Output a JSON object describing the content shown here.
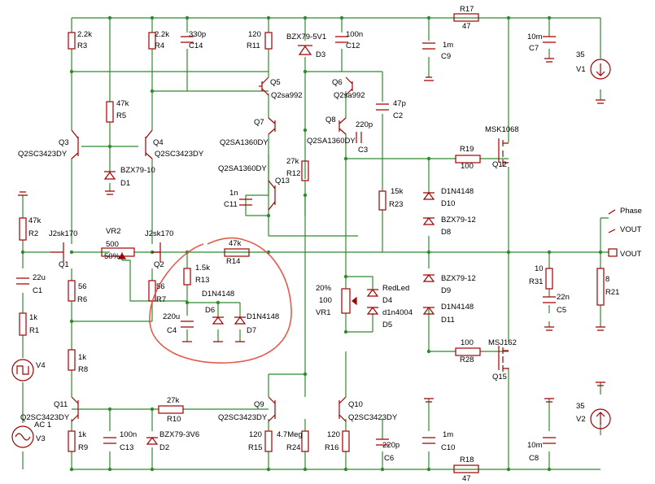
{
  "colors": {
    "wire": "#2e8b2e",
    "component": "#a00000",
    "text": "#000000",
    "annotation": "#e04a3a"
  },
  "labels": {
    "r17_name": "R17",
    "r17_val": "47",
    "r18_name": "R18",
    "r18_val": "47",
    "r3_val": "2.2k",
    "r3_name": "R3",
    "r4_val": "2.2k",
    "r4_name": "R4",
    "c14_val": "330p",
    "c14_name": "C14",
    "r11_val": "120",
    "r11_name": "R11",
    "d3_val": "BZX79-5V1",
    "d3_name": "D3",
    "c12_val": "100n",
    "c12_name": "C12",
    "c9_val": "1m",
    "c9_name": "C9",
    "c7_val": "10m",
    "c7_name": "C7",
    "v1_val": "35",
    "v1_name": "V1",
    "q5_name": "Q5",
    "q5_val": "Q2sa992",
    "q6_name": "Q6",
    "q6_val": "Q2sa992",
    "r5_val": "47k",
    "r5_name": "R5",
    "c2_val": "47p",
    "c2_name": "C2",
    "q7_name": "Q7",
    "q7_val": "Q2SA1360DY",
    "q8_name": "Q8",
    "q8_val": "Q2SA1360DY",
    "c3_val": "220p",
    "c3_name": "C3",
    "msk": "MSK1068",
    "q3_name": "Q3",
    "q3_val": "Q2SC3423DY",
    "q4_name": "Q4",
    "q4_val": "Q2SC3423DY",
    "r19_name": "R19",
    "r19_val": "100",
    "q12_name": "Q12",
    "d1_val": "BZX79-10",
    "d1_name": "D1",
    "r12_val": "27k",
    "r12_name": "R12",
    "q13_val": "Q2SA1360DY",
    "q13_name": "Q13",
    "c11_val": "1n",
    "c11_name": "C11",
    "r23_val": "15k",
    "r23_name": "R23",
    "d10_val": "D1N4148",
    "d10_name": "D10",
    "phase": "Phase",
    "r2_val": "47k",
    "r2_name": "R2",
    "j1_val": "J2sk170",
    "vr2_name": "VR2",
    "j2_val": "J2sk170",
    "d8_val": "BZX79-12",
    "d8_name": "D8",
    "vout1": "VOUT",
    "vout2": "VOUT",
    "vr2_val": "500",
    "vr2_pct": "50%",
    "r14_val": "47k",
    "r14_name": "R14",
    "q1_name": "Q1",
    "q2_name": "Q2",
    "c1_val": "22u",
    "c1_name": "C1",
    "r13_val": "1.5k",
    "r13_name": "R13",
    "d9_val": "BZX79-12",
    "d9_name": "D9",
    "r31_val": "10",
    "r31_name": "R31",
    "r21_val": "8",
    "r21_name": "R21",
    "r6_val": "56",
    "r6_name": "R6",
    "r7_val": "56",
    "r7_name": "R7",
    "d6_val": "D1N4148",
    "d6_name": "D6",
    "d7_val": "D1N4148",
    "d7_name": "D7",
    "vr1_pct": "20%",
    "vr1_val": "100",
    "vr1_name": "VR1",
    "d4_val": "RedLed",
    "d4_name": "D4",
    "d5_val": "d1n4004",
    "d5_name": "D5",
    "c5_val": "22n",
    "c5_name": "C5",
    "r1_val": "1k",
    "r1_name": "R1",
    "c4_val": "220u",
    "c4_name": "C4",
    "d11_val": "D1N4148",
    "d11_name": "D11",
    "r28_val": "100",
    "r28_name": "R28",
    "msj": "MSJ162",
    "q15_name": "Q15",
    "v4_name": "V4",
    "r8_val": "1k",
    "r8_name": "R8",
    "r10_val": "27k",
    "r10_name": "R10",
    "q11_name": "Q11",
    "q11_val": "Q2SC3423DY",
    "q9_name": "Q9",
    "q9_val": "Q2SC3423DY",
    "q10_name": "Q10",
    "q10_val": "Q2SC3423DY",
    "ac": "AC 1",
    "v3_name": "V3",
    "r9_val": "1k",
    "r9_name": "R9",
    "c13_val": "100n",
    "c13_name": "C13",
    "d2_val": "BZX79-3V6",
    "d2_name": "D2",
    "r15_val": "120",
    "r15_name": "R15",
    "r24_val": "4.7Meg",
    "r24_name": "R24",
    "r16_val": "120",
    "r16_name": "R16",
    "c6_val": "220p",
    "c6_name": "C6",
    "c10_val": "1m",
    "c10_name": "C10",
    "c8_val": "10m",
    "c8_name": "C8",
    "v2_val": "35",
    "v2_name": "V2"
  }
}
